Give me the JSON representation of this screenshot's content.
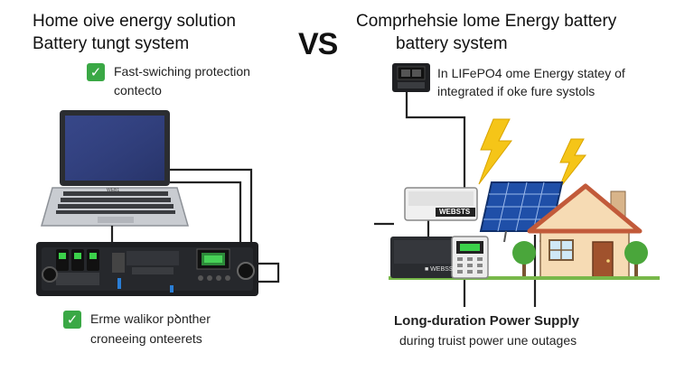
{
  "left": {
    "title_line1": "Home oive energy solution",
    "title_line2": "Battery tungt system",
    "feature1_line1": "Fast-swiching protection",
    "feature1_line2": "contecto",
    "feature2_line1": "Erme walikor pꝺnther",
    "feature2_line2": "croneeing onteerets",
    "device_label": "WEB1"
  },
  "vs": "VS",
  "right": {
    "title_line1": "Comprhehsie lome Energy battery",
    "title_line2": "battery system",
    "feature1_line1": "In LIFePO4 ome Energy statey of",
    "feature1_line2": "integrated if oke fure systols",
    "inverter_label": "WEBSTS",
    "battery_label": "■ WEBSS",
    "footer_line1": "Long-duration Power Supply",
    "footer_line2": "during truist power une outages"
  },
  "colors": {
    "check": "#3aa845",
    "lightning": "#f5c518",
    "device_dark": "#1e1f22",
    "led_green": "#3bd14a",
    "panel_blue": "#1f4fa8",
    "house_wall": "#f6dbb4",
    "roof": "#c25a3a"
  }
}
